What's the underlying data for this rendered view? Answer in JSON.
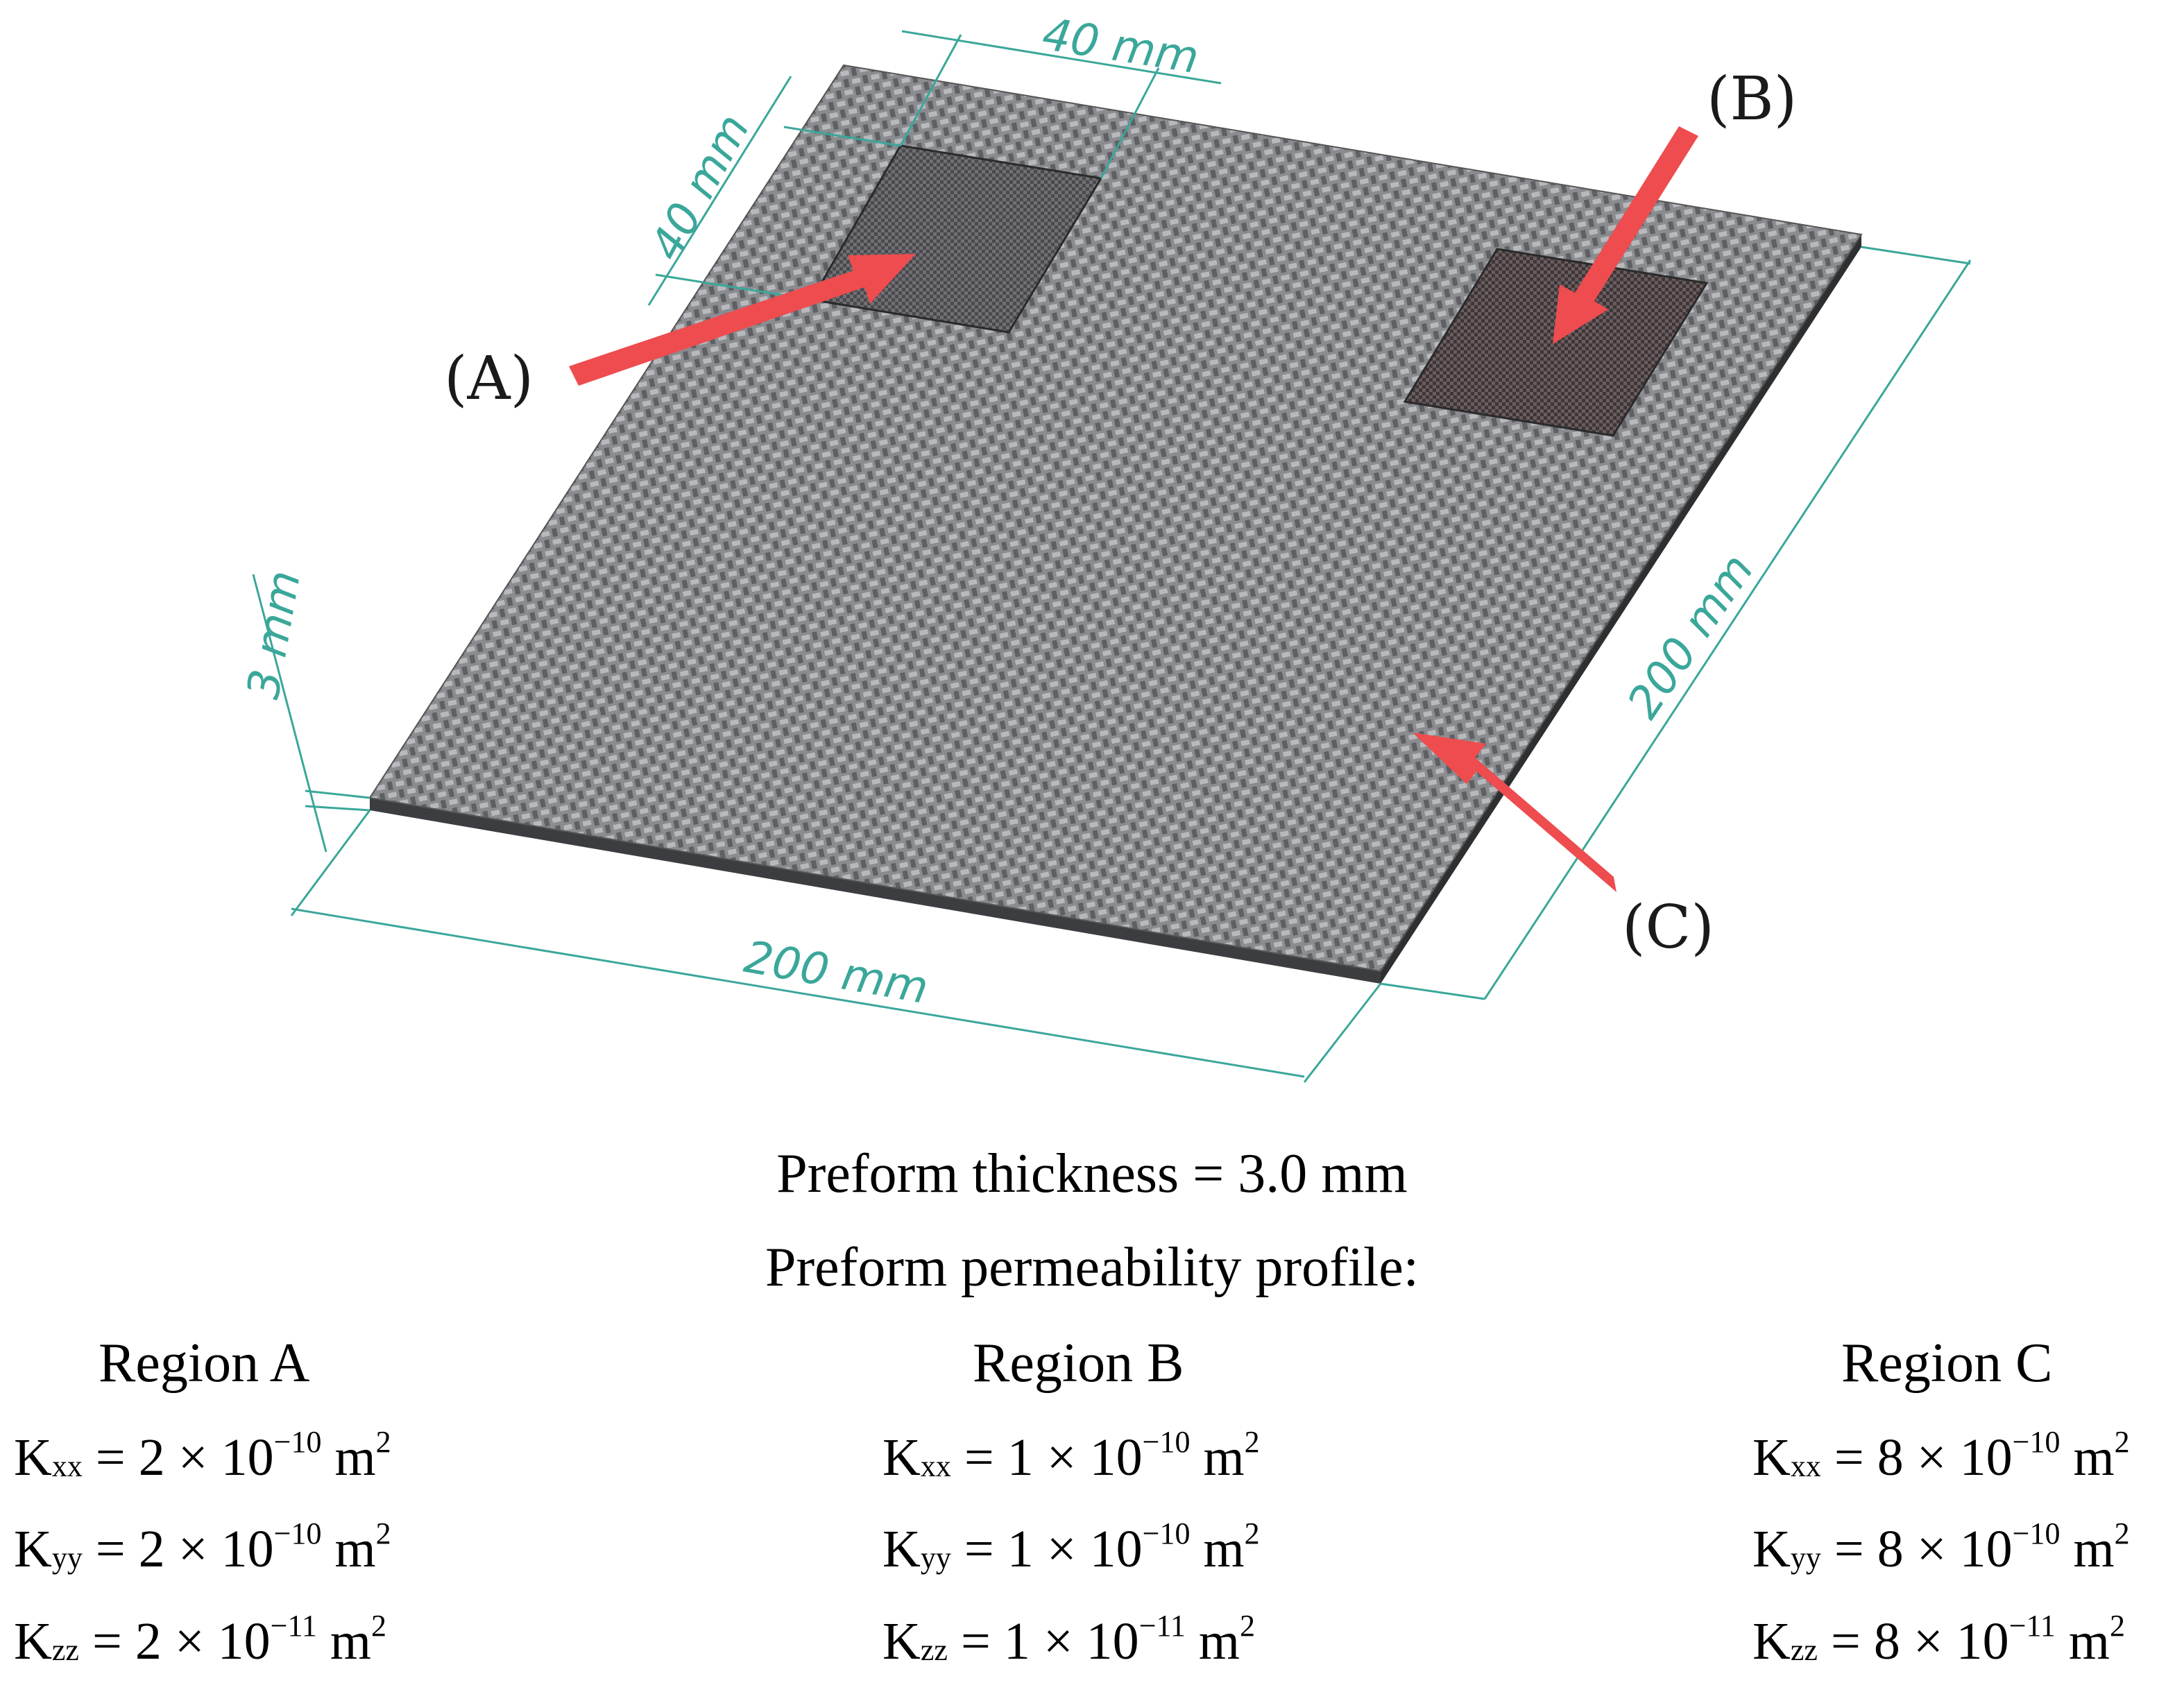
{
  "diagram": {
    "callouts": {
      "a": "(A)",
      "b": "(B)",
      "c": "(C)"
    },
    "dimensions": {
      "square_width": "40 mm",
      "square_height": "40 mm",
      "thickness": "3 mm",
      "length": "200 mm",
      "width": "200 mm"
    }
  },
  "caption": {
    "thickness": "Preform thickness = 3.0 mm",
    "profile": "Preform permeability profile:"
  },
  "regions": [
    {
      "title": "Region A",
      "kxx": {
        "sym": "K",
        "sub": "xx",
        "pre": " = 2 × 10",
        "exp": "−10",
        "unit": " m",
        "pow": "2"
      },
      "kyy": {
        "sym": "K",
        "sub": "yy",
        "pre": " = 2 × 10",
        "exp": "−10",
        "unit": " m",
        "pow": "2"
      },
      "kzz": {
        "sym": "K",
        "sub": "zz",
        "pre": " = 2 × 10",
        "exp": "−11",
        "unit": " m",
        "pow": "2"
      }
    },
    {
      "title": "Region B",
      "kxx": {
        "sym": "K",
        "sub": "xx",
        "pre": " = 1 × 10",
        "exp": "−10",
        "unit": " m",
        "pow": "2"
      },
      "kyy": {
        "sym": "K",
        "sub": "yy",
        "pre": " = 1 × 10",
        "exp": "−10",
        "unit": " m",
        "pow": "2"
      },
      "kzz": {
        "sym": "K",
        "sub": "zz",
        "pre": " = 1 × 10",
        "exp": "−11",
        "unit": " m",
        "pow": "2"
      }
    },
    {
      "title": "Region C",
      "kxx": {
        "sym": "K",
        "sub": "xx",
        "pre": " = 8 × 10",
        "exp": "−10",
        "unit": " m",
        "pow": "2"
      },
      "kyy": {
        "sym": "K",
        "sub": "yy",
        "pre": " = 8 × 10",
        "exp": "−10",
        "unit": " m",
        "pow": "2"
      },
      "kzz": {
        "sym": "K",
        "sub": "zz",
        "pre": " = 8 × 10",
        "exp": "−11",
        "unit": " m",
        "pow": "2"
      }
    }
  ]
}
